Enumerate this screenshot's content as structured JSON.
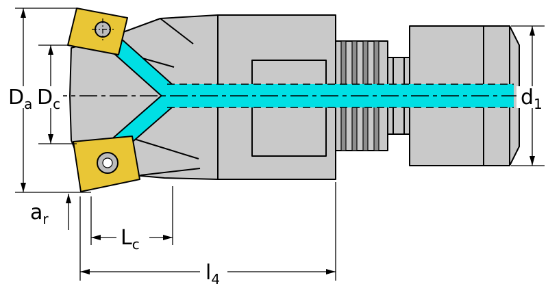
{
  "labels": {
    "Da": {
      "base": "D",
      "sub": "a"
    },
    "Dc": {
      "base": "D",
      "sub": "c"
    },
    "ar": {
      "base": "a",
      "sub": "r"
    },
    "Lc": {
      "base": "L",
      "sub": "c"
    },
    "l4": {
      "base": "l",
      "sub": "4"
    },
    "d1": {
      "base": "d",
      "sub": "1"
    }
  },
  "colors": {
    "background": "#ffffff",
    "body": "#c9c9c9",
    "body_dark": "#8f8f8f",
    "insert": "#e9c636",
    "insert_hole": "#bcbcbc",
    "coolant": "#00dfe4",
    "outline": "#000000"
  }
}
